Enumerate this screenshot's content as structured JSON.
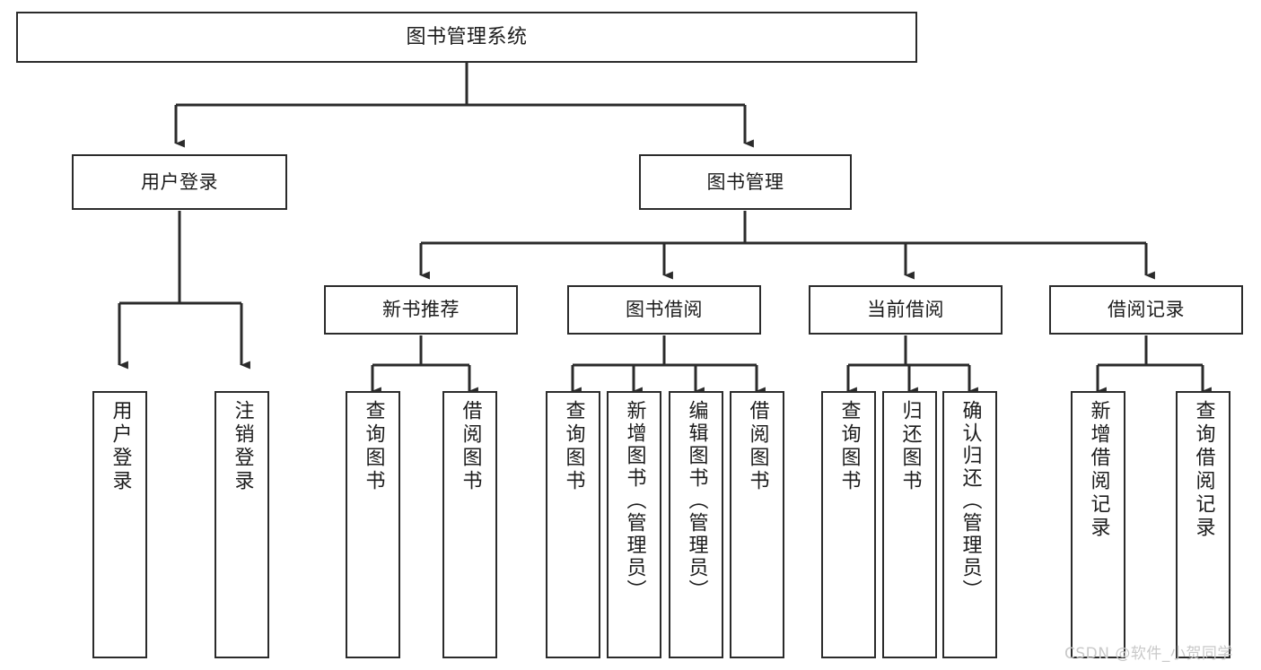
{
  "diagram": {
    "title": "图书管理系统",
    "type": "tree-hierarchy",
    "root": {
      "label": "图书管理系统"
    },
    "level2": [
      {
        "label": "用户登录"
      },
      {
        "label": "图书管理"
      }
    ],
    "level3": [
      {
        "label": "新书推荐"
      },
      {
        "label": "图书借阅"
      },
      {
        "label": "当前借阅"
      },
      {
        "label": "借阅记录"
      }
    ],
    "leaves": {
      "user_login": [
        {
          "label": "用户登录"
        },
        {
          "label": "注销登录"
        }
      ],
      "new_book_recommend": [
        {
          "label": "查询图书"
        },
        {
          "label": "借阅图书"
        }
      ],
      "book_borrow": [
        {
          "label": "查询图书"
        },
        {
          "label": "新增图书（管理员）"
        },
        {
          "label": "编辑图书（管理员）"
        },
        {
          "label": "借阅图书"
        }
      ],
      "current_borrow": [
        {
          "label": "查询图书"
        },
        {
          "label": "归还图书"
        },
        {
          "label": "确认归还（管理员）"
        }
      ],
      "borrow_record": [
        {
          "label": "新增借阅记录"
        },
        {
          "label": "查询借阅记录"
        }
      ]
    }
  },
  "watermark": {
    "text": "CSDN @软件_小贺同学"
  },
  "colors": {
    "stroke": "#2b2b2b",
    "fill": "#ffffff",
    "text": "#1c1c1c",
    "watermark": "#c9c9c9"
  }
}
